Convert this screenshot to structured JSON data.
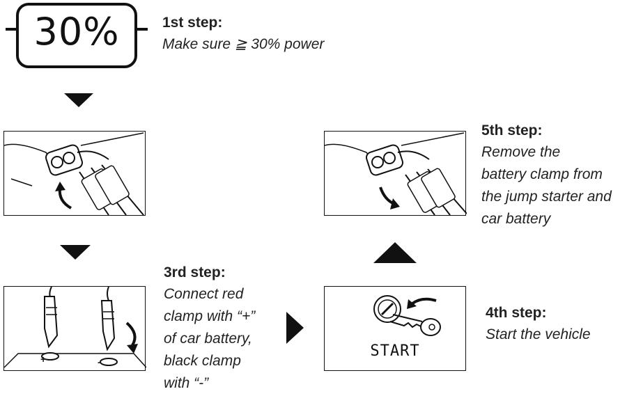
{
  "battery": {
    "display": "30%"
  },
  "steps": [
    {
      "title": "1st step:",
      "lines": [
        "Make sure ≧ 30% power"
      ]
    },
    {
      "title": "3rd step:",
      "lines": [
        "Connect red",
        "clamp with “+”",
        "of car battery,",
        "black clamp",
        "with “-”"
      ]
    },
    {
      "title": "4th step:",
      "lines": [
        "Start the vehicle"
      ]
    },
    {
      "title": "5th step:",
      "lines": [
        "Remove the",
        "battery clamp from",
        "the jump starter and",
        "car battery"
      ]
    }
  ],
  "panels": {
    "start_label": "START",
    "battery_plus": "+",
    "battery_minus": "-"
  },
  "icons": {
    "battery_level": "battery-level-icon",
    "flow_arrow": "triangle-arrow-icon",
    "rotate_arrow": "curved-arrow-icon",
    "ignition": "ignition-key-icon"
  }
}
